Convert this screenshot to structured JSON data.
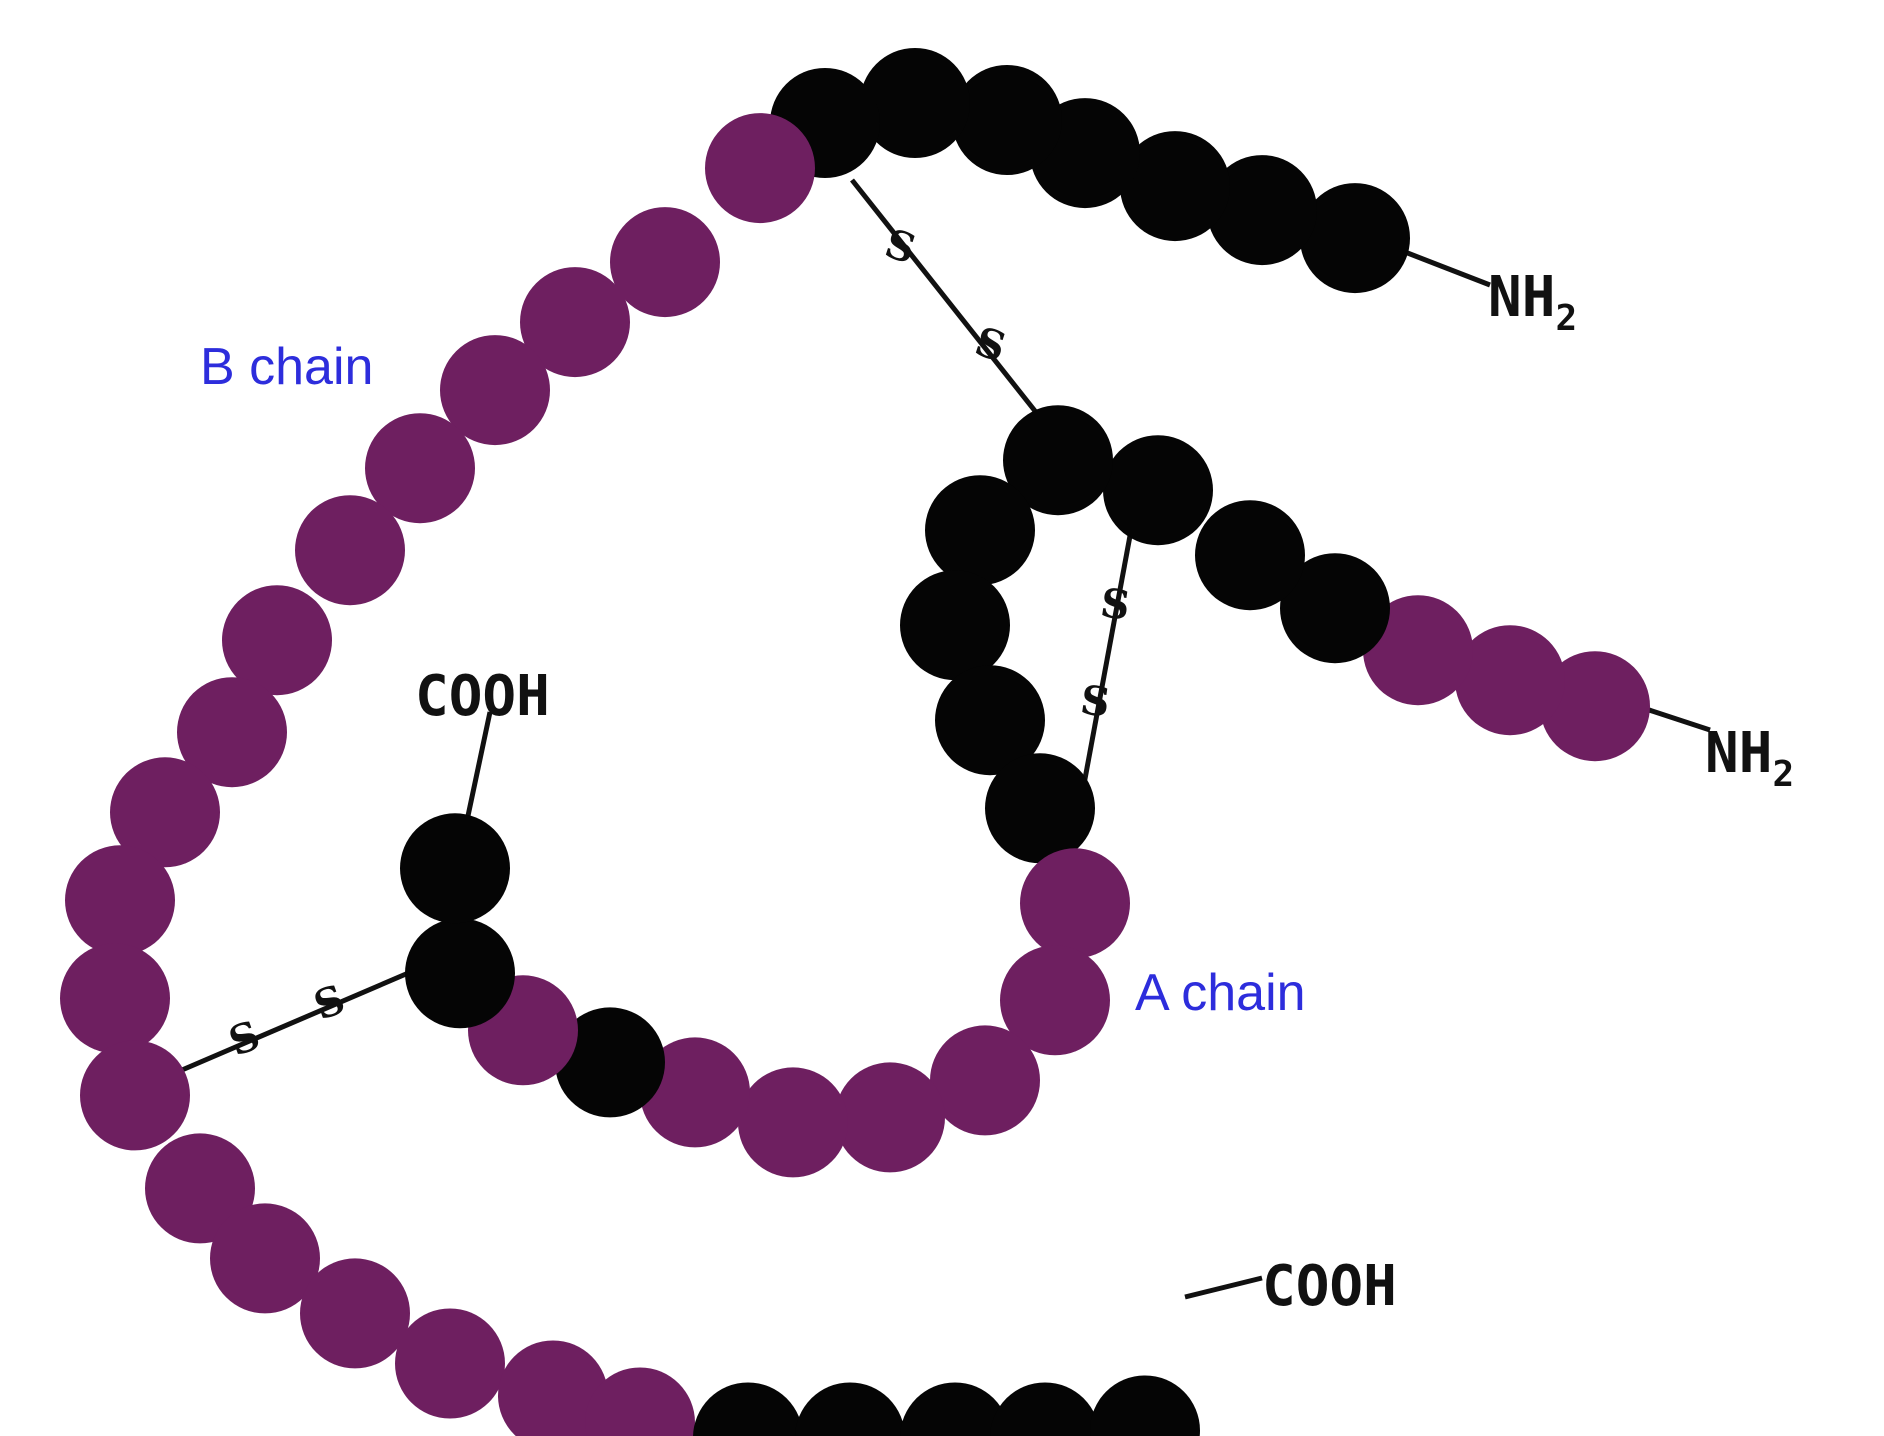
{
  "labels": {
    "b_chain": "B chain",
    "a_chain": "A chain",
    "terminals": {
      "b_nh2": "NH",
      "b_nh2_sub": "2",
      "a_nh2": "NH",
      "a_nh2_sub": "2",
      "a_cooh": "COOH",
      "b_cooh": "COOH"
    },
    "sulfur": "S"
  },
  "colors": {
    "dark_residue": "#050505",
    "purple_residue": "#6e1f60",
    "label_blue": "#2d2ddc",
    "bond": "#111111",
    "background": "#ffffff"
  },
  "disulfide_bridges": 3
}
